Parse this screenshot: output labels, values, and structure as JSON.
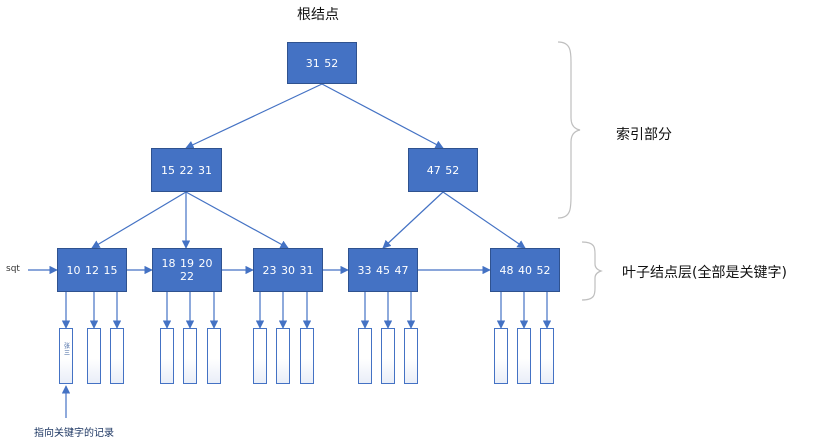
{
  "title": "根结点",
  "brace_labels": {
    "index": "索引部分",
    "leaf": "叶子结点层(全部是关键字)"
  },
  "entry_label": "sqt",
  "record_pointer_label": "指向关键字的记录",
  "record_example_text": "张\n三",
  "nodes": {
    "root": "31 52",
    "mid_left": "15 22 31",
    "mid_right": "47 52",
    "leaf_1": "10 12 15",
    "leaf_2": "18 19 20 22",
    "leaf_3": "23 30 31",
    "leaf_4": "33 45 47",
    "leaf_5": "48 40 52"
  },
  "colors": {
    "node_fill": "#4472C4",
    "node_border": "#2F528F",
    "arrow": "#4472C4",
    "brace": "#BFBFBF"
  }
}
